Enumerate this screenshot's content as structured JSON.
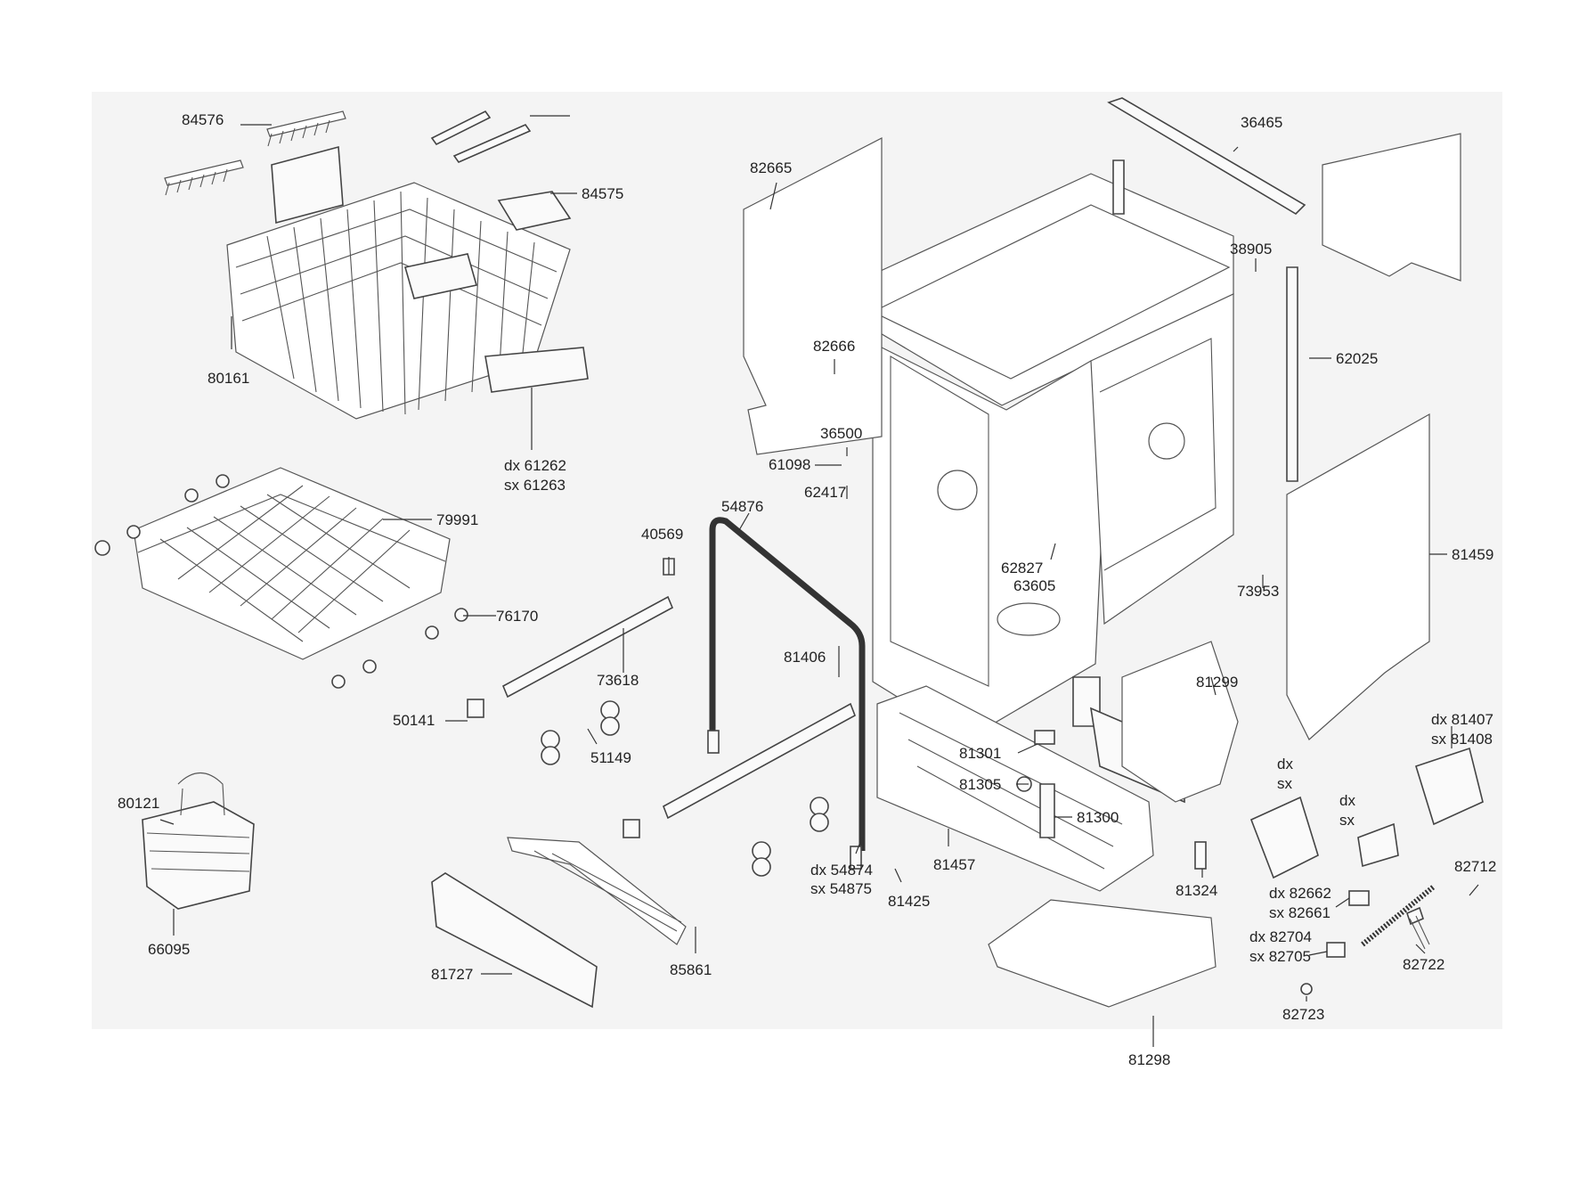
{
  "parts": [
    {
      "key": "p84576",
      "text": "84576"
    },
    {
      "key": "p84575",
      "text": "84575"
    },
    {
      "key": "p80161",
      "text": "80161"
    },
    {
      "key": "p61262",
      "text": "dx 61262"
    },
    {
      "key": "p61263",
      "text": "sx 61263"
    },
    {
      "key": "p79991",
      "text": "79991"
    },
    {
      "key": "p76170",
      "text": "76170"
    },
    {
      "key": "p40569",
      "text": "40569"
    },
    {
      "key": "p73618",
      "text": "73618"
    },
    {
      "key": "p50141",
      "text": "50141"
    },
    {
      "key": "p51149",
      "text": "51149"
    },
    {
      "key": "p80121",
      "text": "80121"
    },
    {
      "key": "p66095",
      "text": "66095"
    },
    {
      "key": "p81727",
      "text": "81727"
    },
    {
      "key": "p85861",
      "text": "85861"
    },
    {
      "key": "p54876",
      "text": "54876"
    },
    {
      "key": "p81406",
      "text": "81406"
    },
    {
      "key": "p54874",
      "text": "dx 54874"
    },
    {
      "key": "p54875",
      "text": "sx 54875"
    },
    {
      "key": "p82665",
      "text": "82665"
    },
    {
      "key": "p82666",
      "text": "82666"
    },
    {
      "key": "p36500",
      "text": "36500"
    },
    {
      "key": "p61098",
      "text": "61098"
    },
    {
      "key": "p62417",
      "text": "62417"
    },
    {
      "key": "p36465",
      "text": "36465"
    },
    {
      "key": "p38905",
      "text": "38905"
    },
    {
      "key": "p62025",
      "text": "62025"
    },
    {
      "key": "p62827",
      "text": "62827"
    },
    {
      "key": "p63605",
      "text": "63605"
    },
    {
      "key": "p73953",
      "text": "73953"
    },
    {
      "key": "p81459",
      "text": "81459"
    },
    {
      "key": "p81299",
      "text": "81299"
    },
    {
      "key": "p81301",
      "text": "81301"
    },
    {
      "key": "p81305",
      "text": "81305"
    },
    {
      "key": "p81300",
      "text": "81300"
    },
    {
      "key": "p81457",
      "text": "81457"
    },
    {
      "key": "p81425",
      "text": "81425"
    },
    {
      "key": "p81324",
      "text": "81324"
    },
    {
      "key": "p81298",
      "text": "81298"
    },
    {
      "key": "p81407",
      "text": "dx 81407"
    },
    {
      "key": "p81408",
      "text": "sx 81408"
    },
    {
      "key": "pdx1",
      "text": "dx"
    },
    {
      "key": "psx1",
      "text": "sx"
    },
    {
      "key": "pdx2",
      "text": "dx"
    },
    {
      "key": "psx2",
      "text": "sx"
    },
    {
      "key": "p82662",
      "text": "dx 82662"
    },
    {
      "key": "p82661",
      "text": "sx 82661"
    },
    {
      "key": "p82704",
      "text": "dx 82704"
    },
    {
      "key": "p82705",
      "text": "sx 82705"
    },
    {
      "key": "p82712",
      "text": "82712"
    },
    {
      "key": "p82722",
      "text": "82722"
    },
    {
      "key": "p82723",
      "text": "82723"
    }
  ]
}
